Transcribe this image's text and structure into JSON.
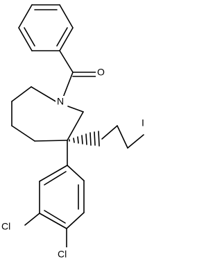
{
  "atoms": {
    "oxygen": "O",
    "nitrogen": "N",
    "iodine": "I",
    "chlorine_1": "Cl",
    "chlorine_2": "Cl"
  }
}
